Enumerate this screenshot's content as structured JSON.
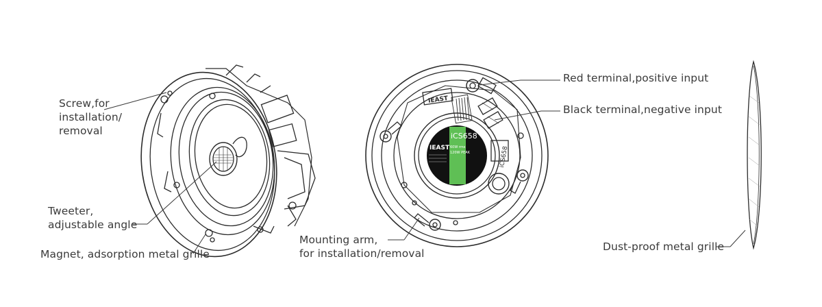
{
  "labels": {
    "screw": [
      "Screw,for",
      "installation/",
      "removal"
    ],
    "tweeter": [
      "Tweeter,",
      "adjustable angle"
    ],
    "magnet": "Magnet, adsorption metal grille",
    "mounting_arm": [
      "Mounting arm,",
      "for installation/removal"
    ],
    "red_terminal": "Red terminal,positive input",
    "black_terminal": "Black terminal,negative input",
    "dust_grille": "Dust-proof metal grille"
  },
  "product": {
    "brand": "IEAST",
    "model": "iCS658",
    "model_side": "iCS658",
    "power_rms": "60W rms",
    "power_peak": "120W PEAK"
  },
  "colors": {
    "ink": "#2b2b2b",
    "label_green": "#5fbf55",
    "label_black": "#111111",
    "text": "#3a3a3a"
  }
}
